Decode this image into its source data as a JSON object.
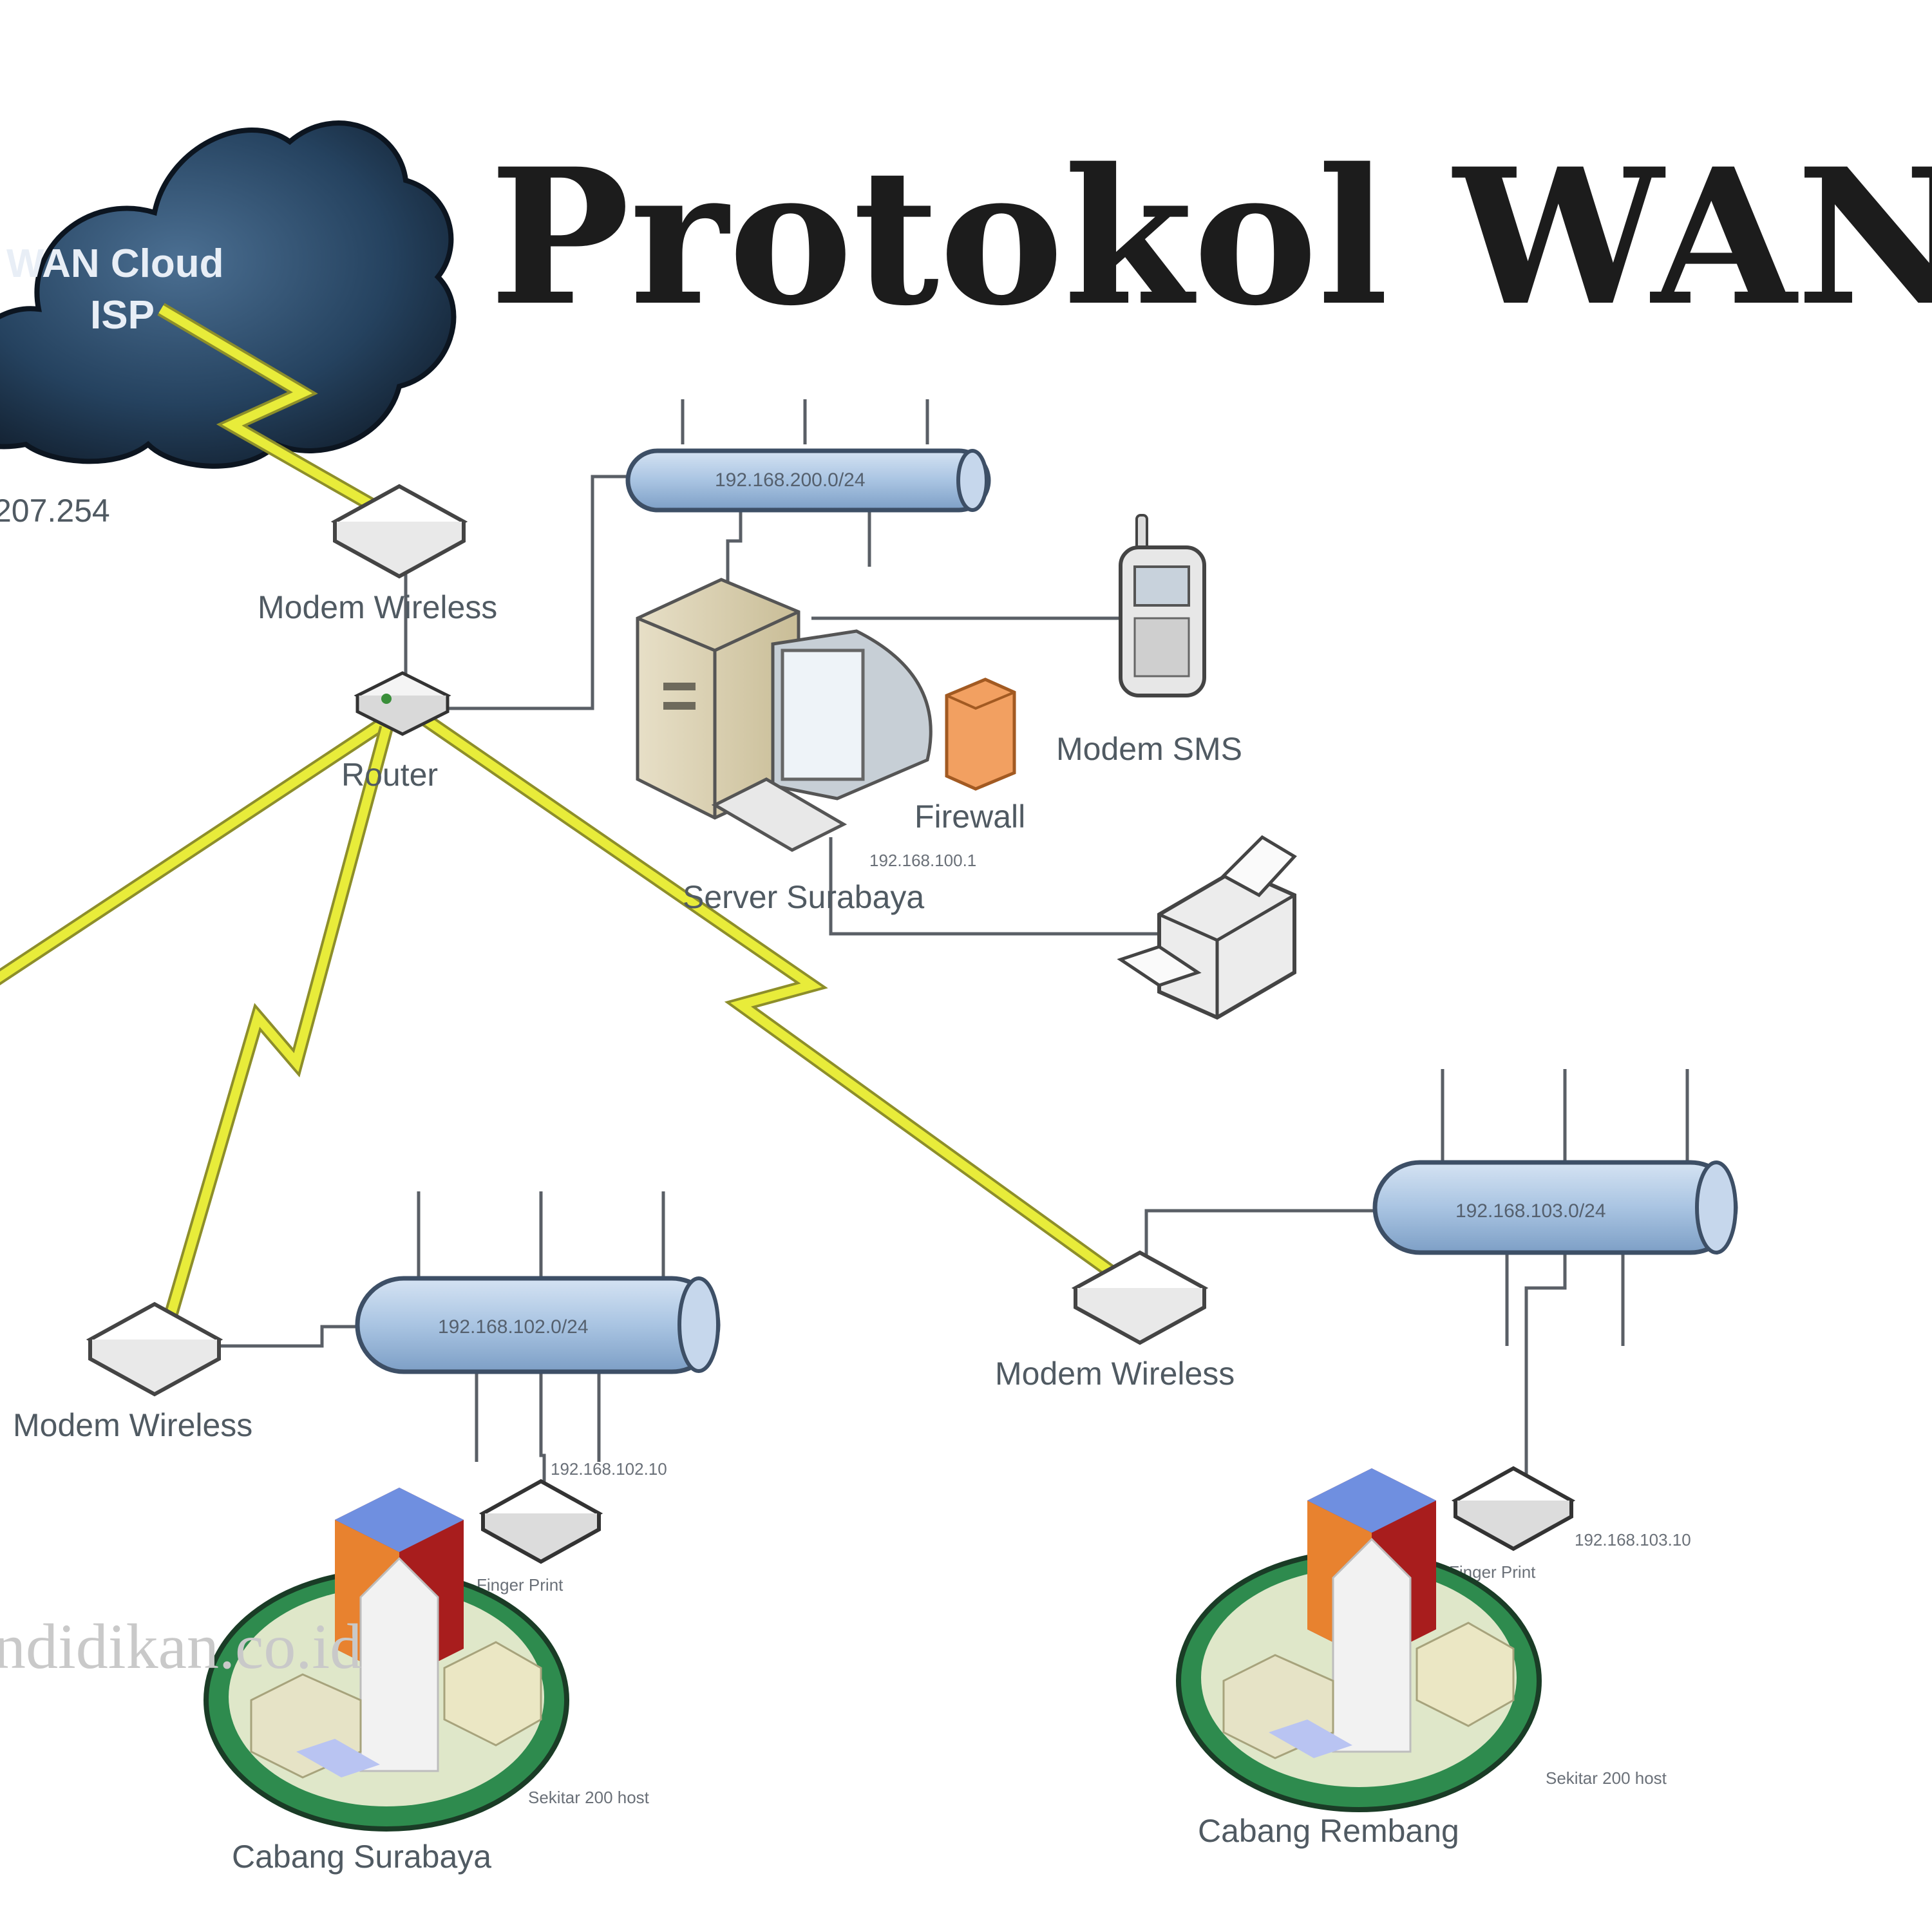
{
  "title": "Protokol WAN",
  "cloud": {
    "line1": "WAN Cloud",
    "line2": "ISP",
    "ip": "207.254"
  },
  "labels": {
    "modem_top": "Modem Wireless",
    "router": "Router",
    "modem_sms": "Modem SMS",
    "firewall": "Firewall",
    "server": "Server Surabaya",
    "server_ip": "192.168.100.1",
    "modem_left": "Modem Wireless",
    "modem_right": "Modem Wireless",
    "finger_left": "Finger Print",
    "finger_right": "Finger Print",
    "finger_left_ip": "192.168.102.10",
    "finger_right_ip": "192.168.103.10",
    "hosts_left": "Sekitar 200 host",
    "hosts_right": "Sekitar 200 host",
    "branch_left": "Cabang Surabaya",
    "branch_right": "Cabang Rembang"
  },
  "buses": {
    "top": "192.168.200.0/24",
    "left": "192.168.102.0/24",
    "right": "192.168.103.0/24"
  },
  "watermark": "ndidikan.co.id",
  "colors": {
    "link_yellow": "#e8ec3a",
    "bus_blue": "#a9c4e2",
    "cloud_dark": "#1f3b57",
    "firewall_orange": "#f2a061",
    "branch_green": "#2e8b4e"
  }
}
